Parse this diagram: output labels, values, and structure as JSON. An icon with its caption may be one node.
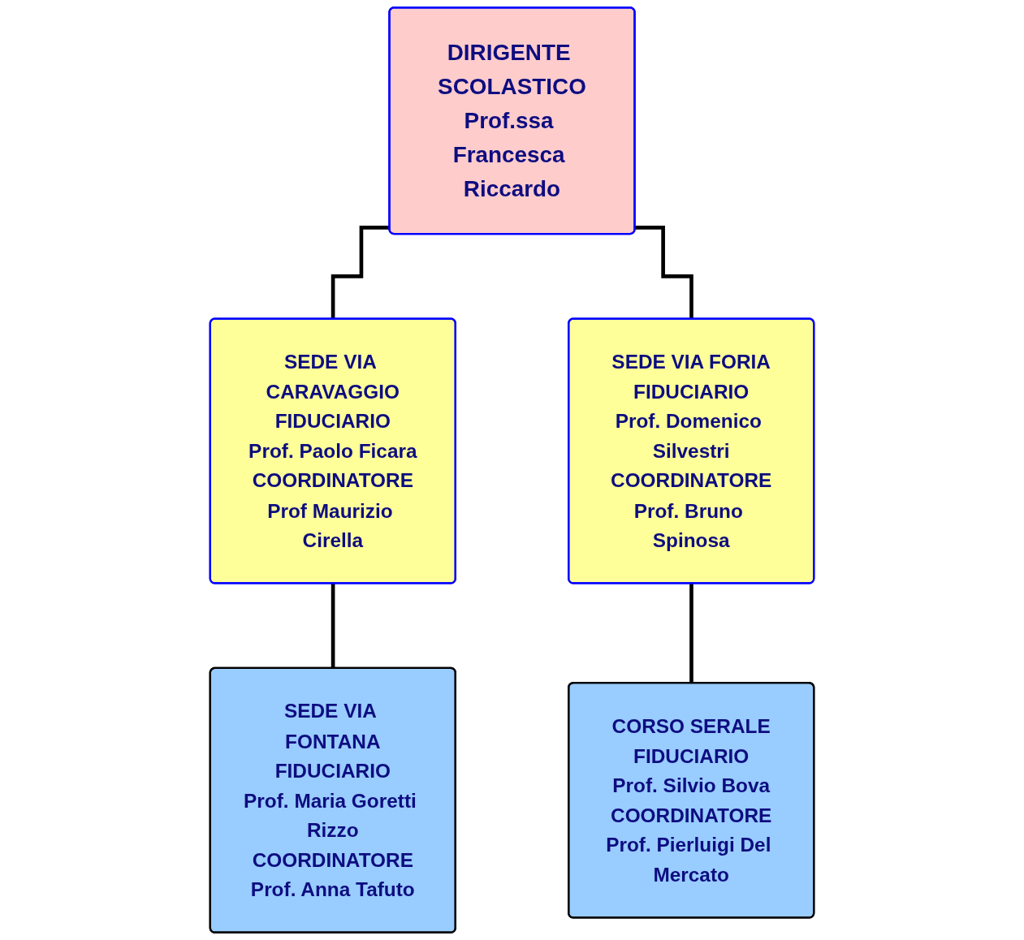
{
  "diagram": {
    "nodes": [
      {
        "text": [
          "DIRIGENTE SCOLASTICO",
          "Prof.ssa Francesca Riccardo"
        ]
      },
      {
        "text": [
          "SEDE VIA CARAVAGGIO",
          "FIDUCIARIO",
          "Prof. Paolo Ficara",
          "COORDINATORE",
          "Prof Maurizio Cirella"
        ]
      },
      {
        "text": [
          "SEDE VIA FORIA",
          "FIDUCIARIO",
          "Prof. Domenico Silvestri",
          "COORDINATORE",
          "Prof. Bruno Spinosa"
        ]
      },
      {
        "text": [
          "SEDE VIA FONTANA",
          "FIDUCIARIO",
          "Prof. Maria Goretti Rizzo",
          "COORDINATORE",
          "Prof. Anna Tafuto"
        ]
      },
      {
        "text": [
          "CORSO SERALE",
          "FIDUCIARIO",
          "Prof. Silvio Bova",
          "COORDINATORE",
          "Prof. Pierluigi Del Mercato"
        ]
      }
    ],
    "edges": [
      {
        "from": 0,
        "to": 1,
        "arrow": "none"
      },
      {
        "from": 0,
        "to": 2,
        "arrow": "none"
      },
      {
        "from": 1,
        "to": 3,
        "arrow": "none"
      },
      {
        "from": 2,
        "to": 4,
        "arrow": "none"
      }
    ]
  }
}
